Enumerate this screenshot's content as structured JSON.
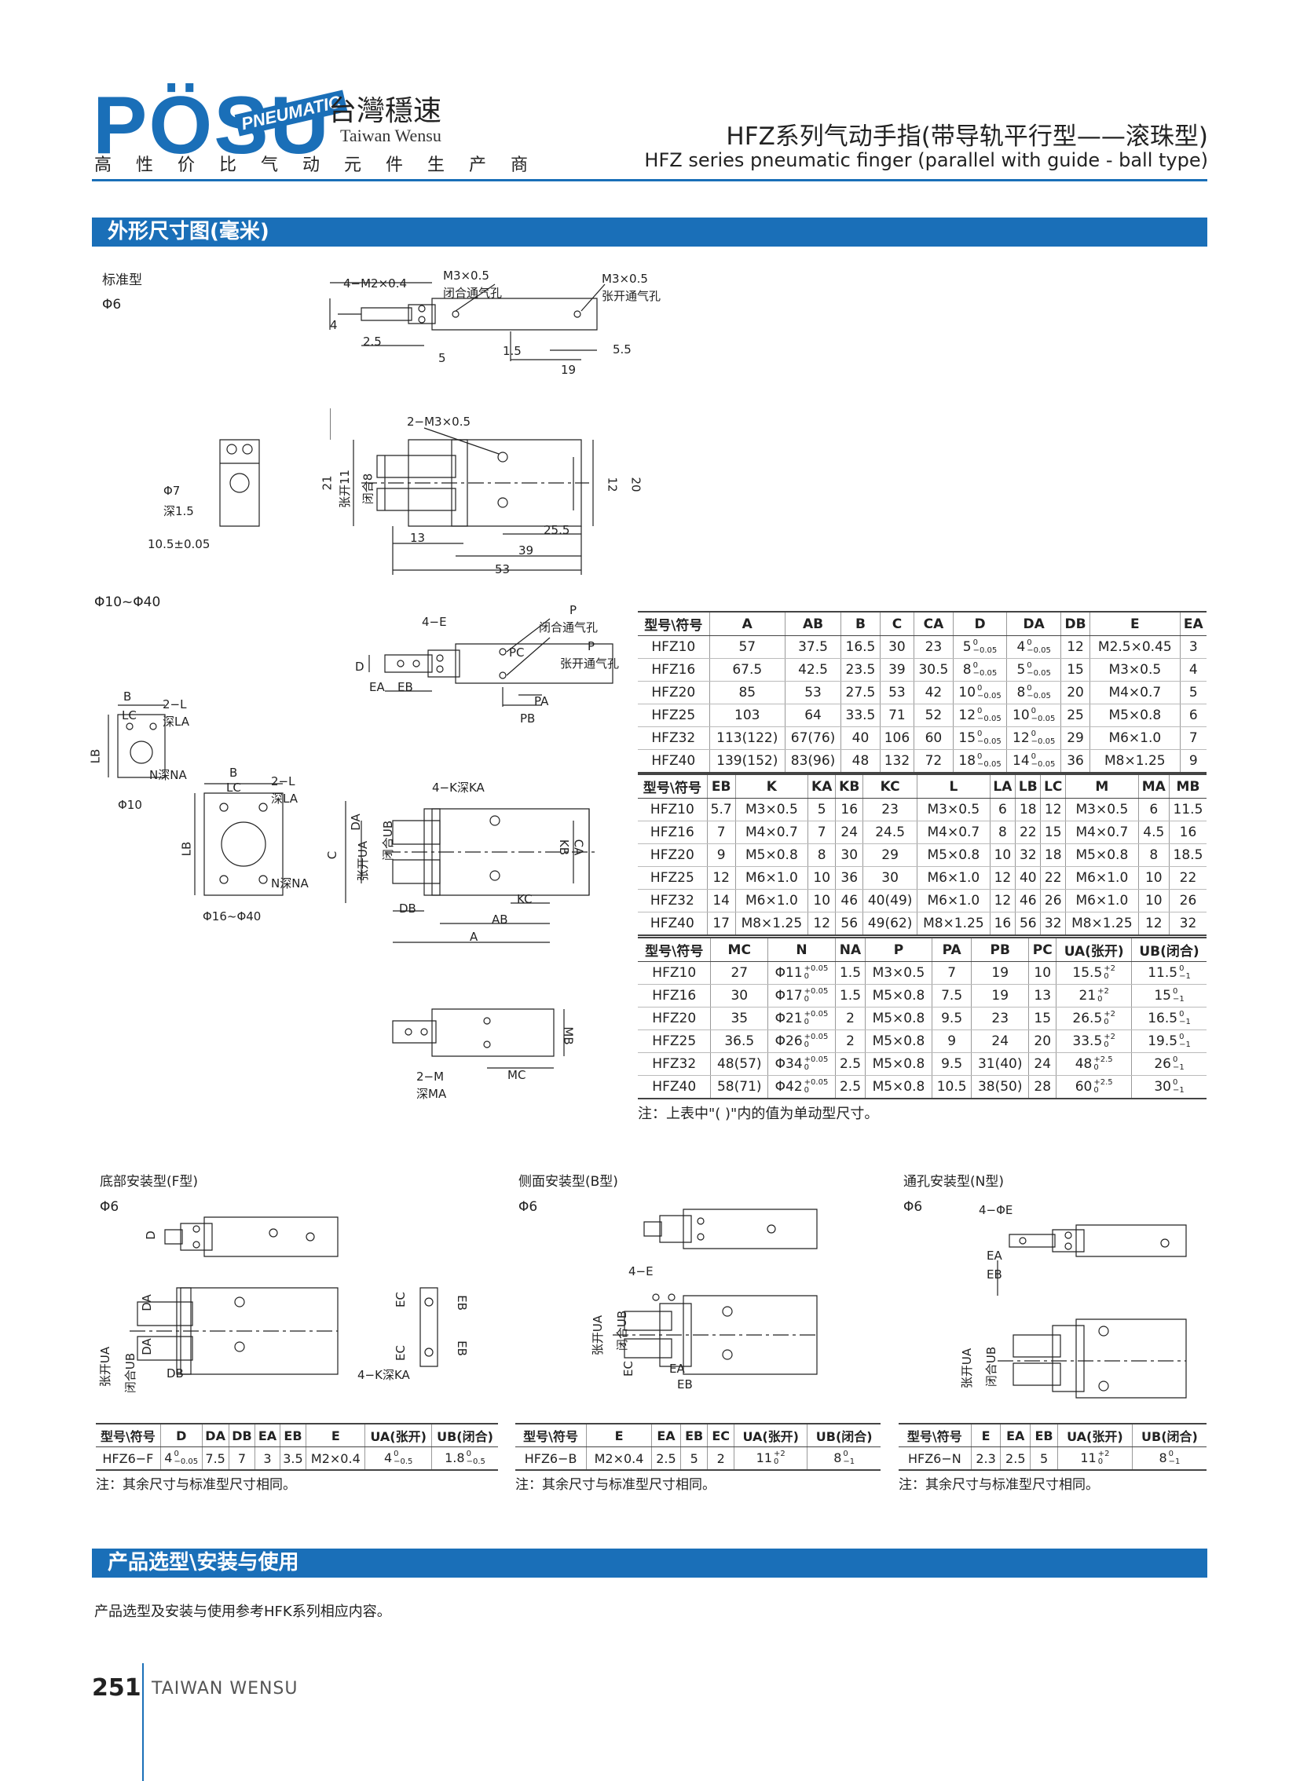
{
  "header": {
    "logo_text": "PÖSU",
    "logo_badge": "PNEUMATIC",
    "brand_cn": "台灣穩速",
    "brand_en": "Taiwan Wensu",
    "slogan": "高性价比气动元件生产商",
    "title_cn": "HFZ系列气动手指(带导轨平行型——滚珠型)",
    "title_en": "HFZ series pneumatic finger (parallel with guide - ball type)",
    "accent_color": "#1a6fb8"
  },
  "section1": {
    "title": "外形尺寸图(毫米)"
  },
  "phi6_drawing": {
    "label_type": "标准型",
    "label_size": "Φ6",
    "labels": {
      "m2": "4−M2×0.4",
      "m3_close": "M3×0.5",
      "close_port": "闭合通气孔",
      "m3_open": "M3×0.5",
      "open_port": "张开通气孔",
      "d4": "4",
      "d25": "2.5",
      "d5": "5",
      "d15": "1.5",
      "d19": "19",
      "d55": "5.5",
      "m3b": "2−M3×0.5",
      "d21": "21",
      "open11": "张开11",
      "close8": "闭合8",
      "d12": "12",
      "d20": "20",
      "d13": "13",
      "d255": "25.5",
      "d39": "39",
      "d53": "53",
      "phi7": "Φ7",
      "deep15": "深1.5",
      "d105": "10.5±0.05"
    }
  },
  "phi10_drawing": {
    "label_size": "Φ10~Φ40",
    "labels": {
      "e4": "4−E",
      "p1": "P",
      "close_port": "闭合通气孔",
      "p2": "P",
      "open_port": "张开通气孔",
      "d": "D",
      "ea": "EA",
      "eb": "EB",
      "pc": "PC",
      "pa": "PA",
      "pb": "PB",
      "b": "B",
      "lc": "LC",
      "l2": "2−L",
      "la": "深LA",
      "lb": "LB",
      "nna": "N深NA",
      "phi10": "Φ10",
      "phi16": "Φ16~Φ40",
      "k4": "4−K深KA",
      "c": "C",
      "da": "DA",
      "ua": "张开UA",
      "ub": "闭合UB",
      "kb": "KB",
      "ca": "CA",
      "kc": "KC",
      "db": "DB",
      "ab": "AB",
      "a": "A",
      "mb": "MB",
      "m2": "2−M",
      "ma": "深MA",
      "mc": "MC"
    }
  },
  "table1": {
    "headers": [
      "型号\\符号",
      "A",
      "AB",
      "B",
      "C",
      "CA",
      "D",
      "DA",
      "DB",
      "E",
      "EA"
    ],
    "rows": [
      [
        "HFZ10",
        "57",
        "37.5",
        "16.5",
        "30",
        "23",
        "5",
        "4",
        "12",
        "M2.5×0.45",
        "3"
      ],
      [
        "HFZ16",
        "67.5",
        "42.5",
        "23.5",
        "39",
        "30.5",
        "8",
        "5",
        "15",
        "M3×0.5",
        "4"
      ],
      [
        "HFZ20",
        "85",
        "53",
        "27.5",
        "53",
        "42",
        "10",
        "8",
        "20",
        "M4×0.7",
        "5"
      ],
      [
        "HFZ25",
        "103",
        "64",
        "33.5",
        "71",
        "52",
        "12",
        "10",
        "25",
        "M5×0.8",
        "6"
      ],
      [
        "HFZ32",
        "113(122)",
        "67(76)",
        "40",
        "106",
        "60",
        "15",
        "12",
        "29",
        "M6×1.0",
        "7"
      ],
      [
        "HFZ40",
        "139(152)",
        "83(96)",
        "48",
        "132",
        "72",
        "18",
        "14",
        "36",
        "M8×1.25",
        "9"
      ]
    ],
    "tol_sup": "0",
    "tol_sub": "−0.05"
  },
  "table2": {
    "headers": [
      "型号\\符号",
      "EB",
      "K",
      "KA",
      "KB",
      "KC",
      "L",
      "LA",
      "LB",
      "LC",
      "M",
      "MA",
      "MB"
    ],
    "rows": [
      [
        "HFZ10",
        "5.7",
        "M3×0.5",
        "5",
        "16",
        "23",
        "M3×0.5",
        "6",
        "18",
        "12",
        "M3×0.5",
        "6",
        "11.5"
      ],
      [
        "HFZ16",
        "7",
        "M4×0.7",
        "7",
        "24",
        "24.5",
        "M4×0.7",
        "8",
        "22",
        "15",
        "M4×0.7",
        "4.5",
        "16"
      ],
      [
        "HFZ20",
        "9",
        "M5×0.8",
        "8",
        "30",
        "29",
        "M5×0.8",
        "10",
        "32",
        "18",
        "M5×0.8",
        "8",
        "18.5"
      ],
      [
        "HFZ25",
        "12",
        "M6×1.0",
        "10",
        "36",
        "30",
        "M6×1.0",
        "12",
        "40",
        "22",
        "M6×1.0",
        "10",
        "22"
      ],
      [
        "HFZ32",
        "14",
        "M6×1.0",
        "10",
        "46",
        "40(49)",
        "M6×1.0",
        "12",
        "46",
        "26",
        "M6×1.0",
        "10",
        "26"
      ],
      [
        "HFZ40",
        "17",
        "M8×1.25",
        "12",
        "56",
        "49(62)",
        "M8×1.25",
        "16",
        "56",
        "32",
        "M8×1.25",
        "12",
        "32"
      ]
    ]
  },
  "table3": {
    "headers": [
      "型号\\符号",
      "MC",
      "N",
      "NA",
      "P",
      "PA",
      "PB",
      "PC",
      "UA(张开)",
      "UB(闭合)"
    ],
    "rows": [
      [
        "HFZ10",
        "27",
        "Φ11",
        "1.5",
        "M3×0.5",
        "7",
        "19",
        "10",
        "15.5",
        "11.5"
      ],
      [
        "HFZ16",
        "30",
        "Φ17",
        "1.5",
        "M5×0.8",
        "7.5",
        "19",
        "13",
        "21",
        "15"
      ],
      [
        "HFZ20",
        "35",
        "Φ21",
        "2",
        "M5×0.8",
        "9.5",
        "23",
        "15",
        "26.5",
        "16.5"
      ],
      [
        "HFZ25",
        "36.5",
        "Φ26",
        "2",
        "M5×0.8",
        "9",
        "24",
        "20",
        "33.5",
        "19.5"
      ],
      [
        "HFZ32",
        "48(57)",
        "Φ34",
        "2.5",
        "M5×0.8",
        "9.5",
        "31(40)",
        "24",
        "48",
        "26"
      ],
      [
        "HFZ40",
        "58(71)",
        "Φ42",
        "2.5",
        "M5×0.8",
        "10.5",
        "38(50)",
        "28",
        "60",
        "30"
      ]
    ],
    "n_tol": "+0.05",
    "ua_tol10": "+2",
    "ua_tol40": "+2.5",
    "ub_tol": "−1"
  },
  "note_main": "注：上表中\"( )\"内的值为单动型尺寸。",
  "f_type": {
    "title": "底部安装型(F型)",
    "size": "Φ6",
    "labels": {
      "d": "D",
      "da": "DA",
      "ua": "张开UA",
      "ub": "闭合UB",
      "db": "DB",
      "ec": "EC",
      "eb": "EB",
      "k": "4−K深KA"
    },
    "headers": [
      "型号\\符号",
      "D",
      "DA",
      "DB",
      "EA",
      "EB",
      "E",
      "UA(张开)",
      "UB(闭合)"
    ],
    "row": [
      "HFZ6−F",
      "4",
      "7.5",
      "7",
      "3",
      "3.5",
      "M2×0.4",
      "4",
      "1.8"
    ],
    "d_tol": "−0.05",
    "note": "注：其余尺寸与标准型尺寸相同。"
  },
  "b_type": {
    "title": "侧面安装型(B型)",
    "size": "Φ6",
    "labels": {
      "e": "4−E",
      "ua": "张开UA",
      "ub": "闭合UB",
      "ec": "EC",
      "ea": "EA",
      "eb": "EB"
    },
    "headers": [
      "型号\\符号",
      "E",
      "EA",
      "EB",
      "EC",
      "UA(张开)",
      "UB(闭合)"
    ],
    "row": [
      "HFZ6−B",
      "M2×0.4",
      "2.5",
      "5",
      "2",
      "11",
      "8"
    ],
    "note": "注：其余尺寸与标准型尺寸相同。"
  },
  "n_type": {
    "title": "通孔安装型(N型)",
    "size": "Φ6",
    "labels": {
      "e": "4−ΦE",
      "ea": "EA",
      "eb": "EB",
      "ua": "张开UA",
      "ub": "闭合UB"
    },
    "headers": [
      "型号\\符号",
      "E",
      "EA",
      "EB",
      "UA(张开)",
      "UB(闭合)"
    ],
    "row": [
      "HFZ6−N",
      "2.3",
      "2.5",
      "5",
      "11",
      "8"
    ],
    "note": "注：其余尺寸与标准型尺寸相同。"
  },
  "section2": {
    "title": "产品选型\\安装与使用",
    "body": "产品选型及安装与使用参考HFK系列相应内容。"
  },
  "footer": {
    "page": "251",
    "name": "TAIWAN WENSU"
  }
}
